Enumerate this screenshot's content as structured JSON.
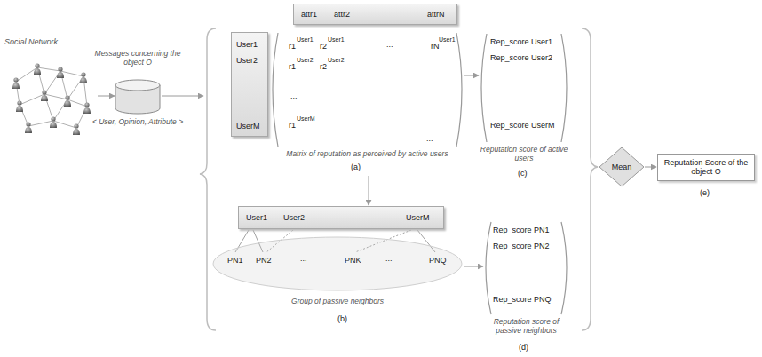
{
  "diagram": {
    "nodes": [
      {
        "text": [
          "Social Network"
        ]
      },
      {
        "text": [
          "Messages concerning the object O",
          "< User, Opinion, Attribute >"
        ]
      },
      {
        "text": [
          "attr1",
          "attr2",
          "attrN"
        ]
      },
      {
        "text": [
          "User1",
          "User2",
          "...",
          "UserM"
        ]
      },
      {
        "text": [
          "r1",
          "User1",
          "r2",
          "User1",
          "...",
          "rN",
          "User1",
          "r1",
          "User2",
          "r2",
          "User2",
          "...",
          "r1",
          "UserM",
          "...",
          "Matrix of reputation as perceived by active users"
        ]
      },
      {
        "text": [
          "User1",
          "User2",
          "UserM"
        ]
      },
      {
        "text": [
          "PN1",
          "PN2",
          "...",
          "PNK",
          "...",
          "PNQ",
          "Group of passive neighbors"
        ]
      },
      {
        "text": [
          "Rep_score User1",
          "Rep_score User2",
          "Rep_score UserM",
          "Reputation score of active users"
        ]
      },
      {
        "text": [
          "Rep_score PN1",
          "Rep_score PN2",
          "Rep_score PNQ",
          "Reputation score of passive neighbors"
        ]
      },
      {
        "text": [
          "Mean"
        ]
      },
      {
        "text": [
          "Reputation Score of the object O"
        ]
      }
    ],
    "edges": [
      {
        "from": 0,
        "to": 1,
        "arrow": "to"
      },
      {
        "from": 4,
        "to": 5,
        "arrow": "to"
      },
      {
        "from": 4,
        "to": 7,
        "arrow": "to"
      },
      {
        "from": 6,
        "to": 8,
        "arrow": "to"
      },
      {
        "from": 9,
        "to": 10,
        "arrow": "to"
      }
    ],
    "labels": [
      "(a)",
      "(b)",
      "(c)",
      "(d)",
      "(e)"
    ]
  }
}
